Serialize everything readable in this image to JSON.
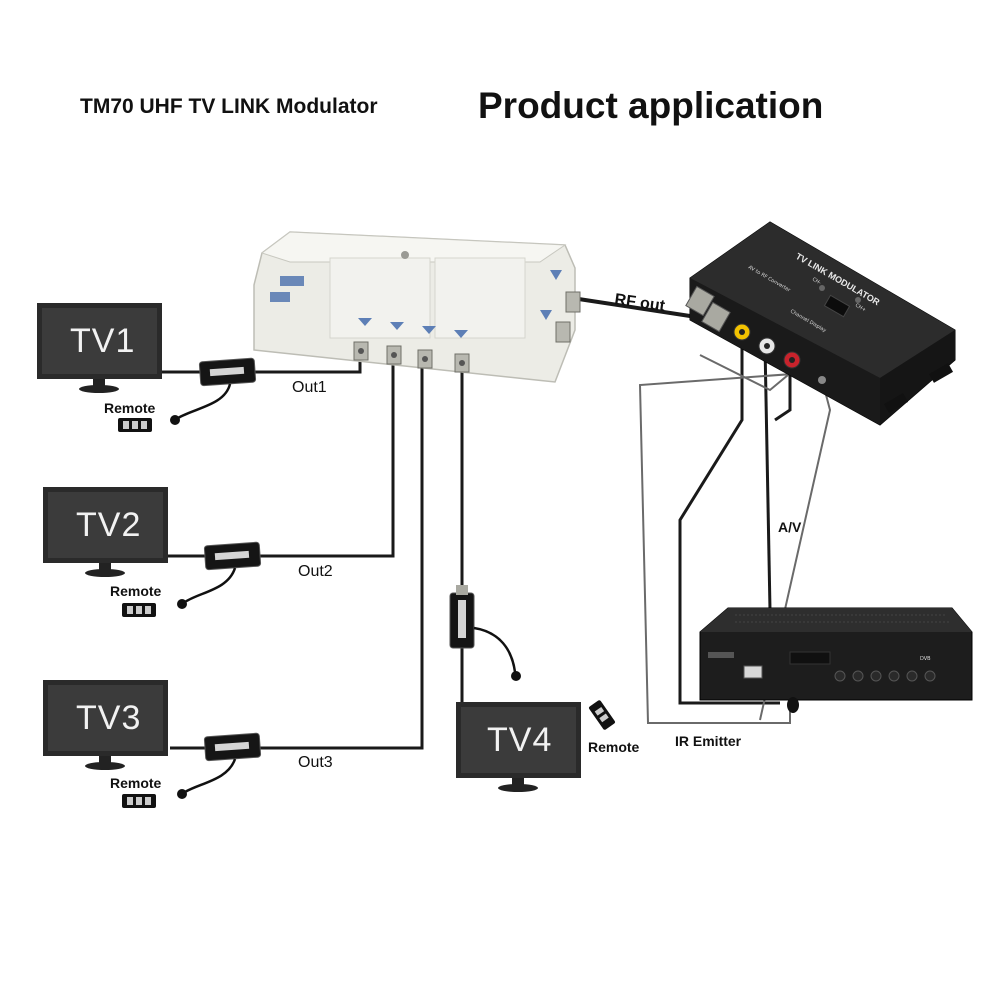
{
  "header": {
    "subtitle": "TM70 UHF TV LINK Modulator",
    "title": "Product application"
  },
  "tvs": [
    {
      "label": "TV1"
    },
    {
      "label": "TV2"
    },
    {
      "label": "TV3"
    },
    {
      "label": "TV4"
    }
  ],
  "outputs": [
    "Out1",
    "Out2",
    "Out3"
  ],
  "remote_label": "Remote",
  "rf_out_label": "RF out",
  "av_label": "A/V",
  "ir_emitter_label": "IR Emitter",
  "modulator": {
    "device_title": "TV LINK MODULATOR",
    "display_label": "Channel Display",
    "ch_minus": "CH-",
    "ch_plus": "CH+",
    "converter_label": "AV to RF Converter"
  },
  "receiver": {
    "panel_text": "DVB"
  },
  "colors": {
    "cable": "#1a1a1a",
    "cable_light": "#5a5a5a",
    "splitter_body": "#ececE6",
    "modulator_body": "#1f1f1f",
    "tv_screen": "#3b3b3b",
    "rca_yellow": "#f2c200",
    "rca_red": "#c8232c",
    "rca_white": "#e6e6e6"
  }
}
